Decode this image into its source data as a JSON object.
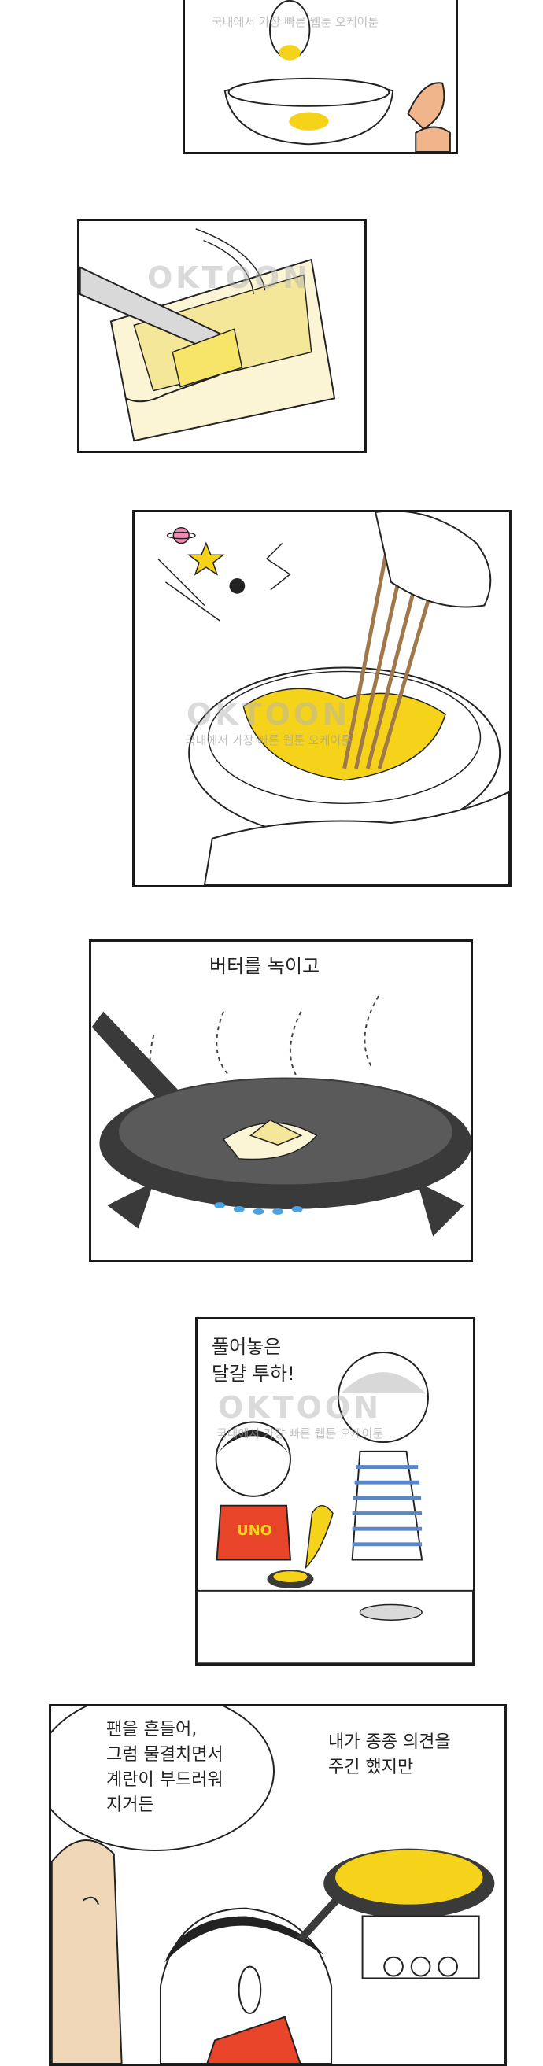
{
  "watermark": {
    "brand": "OKTOON",
    "tagline": "국내에서 가장 빠른 웹툰 오케이툰"
  },
  "panels": {
    "p1": {},
    "p2": {},
    "p3": {},
    "p4": {
      "caption": "버터를 녹이고"
    },
    "p5": {
      "caption": "풀어놓은\n달걀 투하!",
      "shirt_text": "UNO"
    },
    "p6": {
      "speech_left": "팬을 흔들어,\n그럼 물결치면서\n계란이 부드러워\n지거든",
      "speech_right": "내가 종종 의견을\n주긴 했지만"
    }
  },
  "colors": {
    "yolk": "#f5d31a",
    "egg_light": "#f7e56a",
    "butter": "#f4e79a",
    "pan": "#3a3a3a",
    "flame": "#4aa3e0",
    "shirt_red": "#e8442a",
    "stripes": "#5a86c8"
  }
}
